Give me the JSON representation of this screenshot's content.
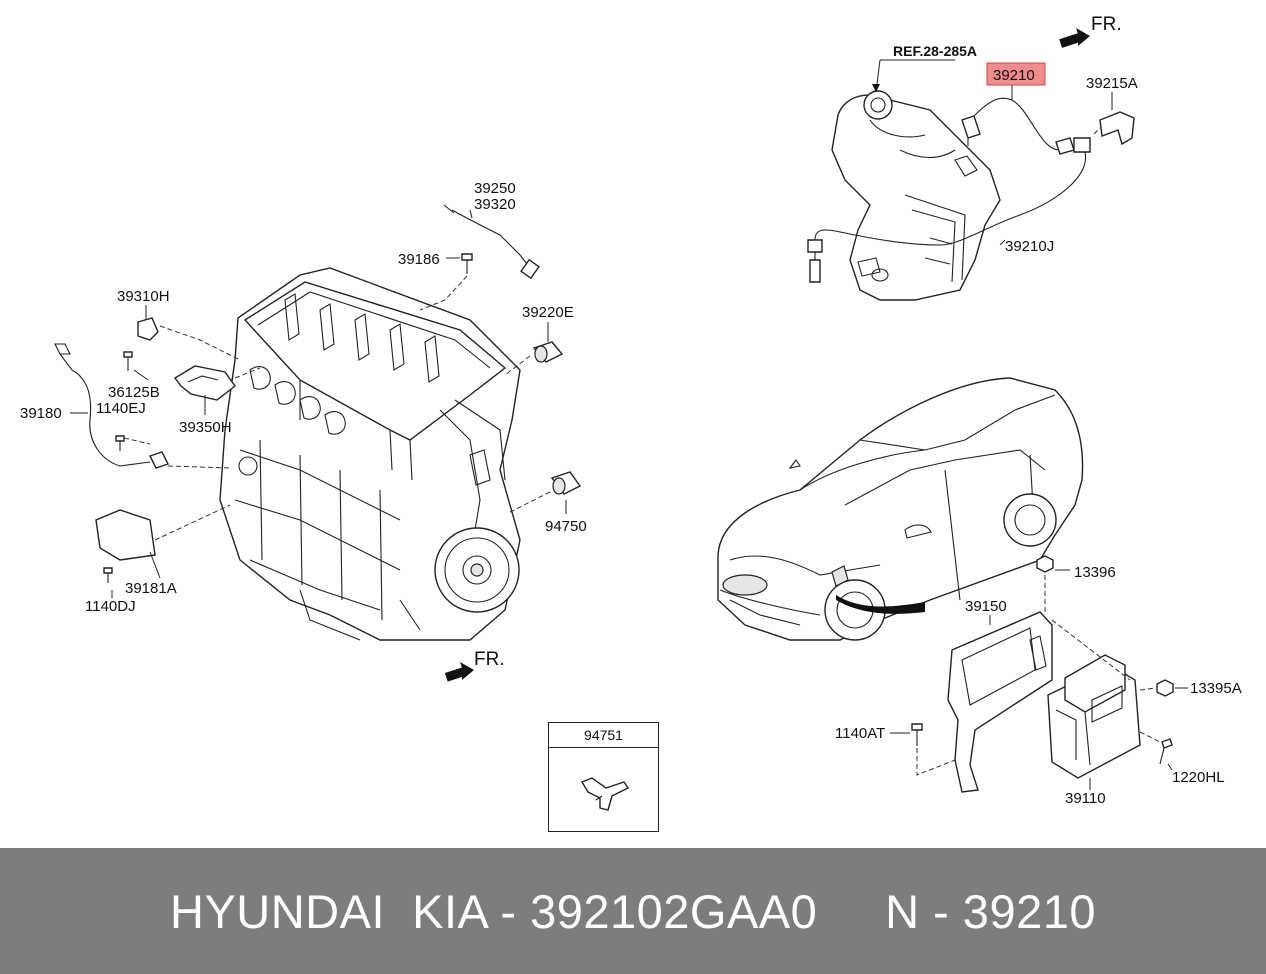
{
  "callouts": {
    "p39250": "39250",
    "p39320": "39320",
    "p39186": "39186",
    "p39220E": "39220E",
    "p39310H": "39310H",
    "p36125B": "36125B",
    "p1140EJ": "1140EJ",
    "p39180": "39180",
    "p39350H": "39350H",
    "p94750": "94750",
    "p39181A": "39181A",
    "p1140DJ": "1140DJ",
    "ref": "REF.28-285A",
    "p39210": "39210",
    "p39215A": "39215A",
    "p39210J": "39210J",
    "p13396": "13396",
    "p39150": "39150",
    "p13395A": "13395A",
    "p1140AT": "1140AT",
    "p1220HL": "1220HL",
    "p39110": "39110"
  },
  "front_marker": "FR.",
  "inset": {
    "title": "94751"
  },
  "highlight_color": "#f28b8b",
  "footer": {
    "text": "HYUNDAI  KIA - 392102GAA0     N - 39210"
  }
}
